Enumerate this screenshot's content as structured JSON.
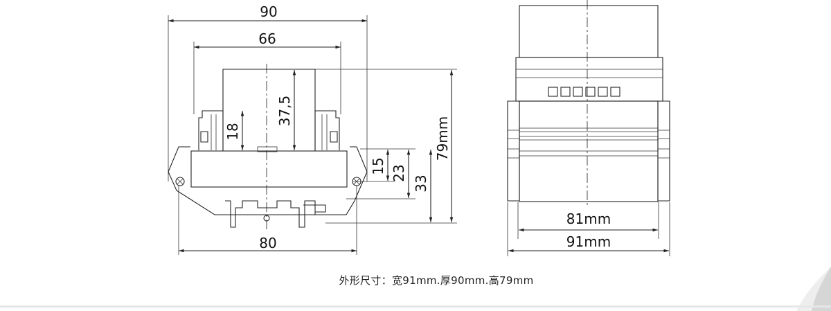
{
  "front_view": {
    "width_top": "90",
    "width_inner": "66",
    "height_mid": "37,5",
    "height_small": "18",
    "height_total": "79mm",
    "rail_15": "15",
    "rail_23": "23",
    "rail_33": "33",
    "base_width": "80"
  },
  "side_view": {
    "inner_width": "81mm",
    "outer_width": "91mm"
  },
  "caption": "外形尺寸：宽91mm.厚90mm.高79mm"
}
